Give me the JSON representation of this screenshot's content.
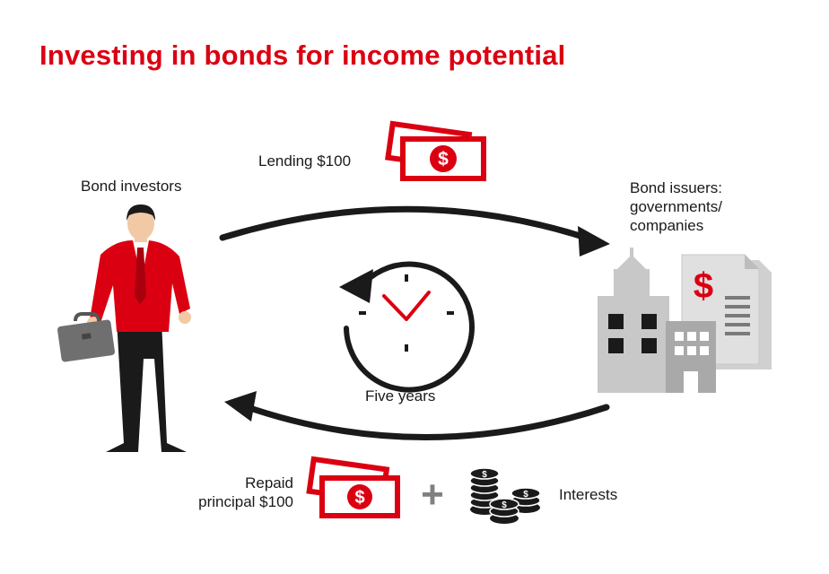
{
  "title": "Investing in bonds for income potential",
  "labels": {
    "lending": "Lending $100",
    "investors": "Bond investors",
    "issuers": [
      "Bond issuers:",
      "governments/",
      "companies"
    ],
    "five_years": "Five years",
    "repaid": [
      "Repaid",
      "principal $100"
    ],
    "interests": "Interests"
  },
  "glyphs": {
    "dollar": "$",
    "plus": "+"
  },
  "colors": {
    "brand_red": "#db0011",
    "black": "#1a1a1a",
    "building_gray": "#c8c8c8",
    "document_gray": "#d9d9d9",
    "plus_gray": "#808080"
  },
  "icons": [
    "businessman-icon",
    "briefcase-icon",
    "banknotes-icon",
    "clock-icon",
    "buildings-icon",
    "document-icon",
    "coin-stacks-icon"
  ]
}
